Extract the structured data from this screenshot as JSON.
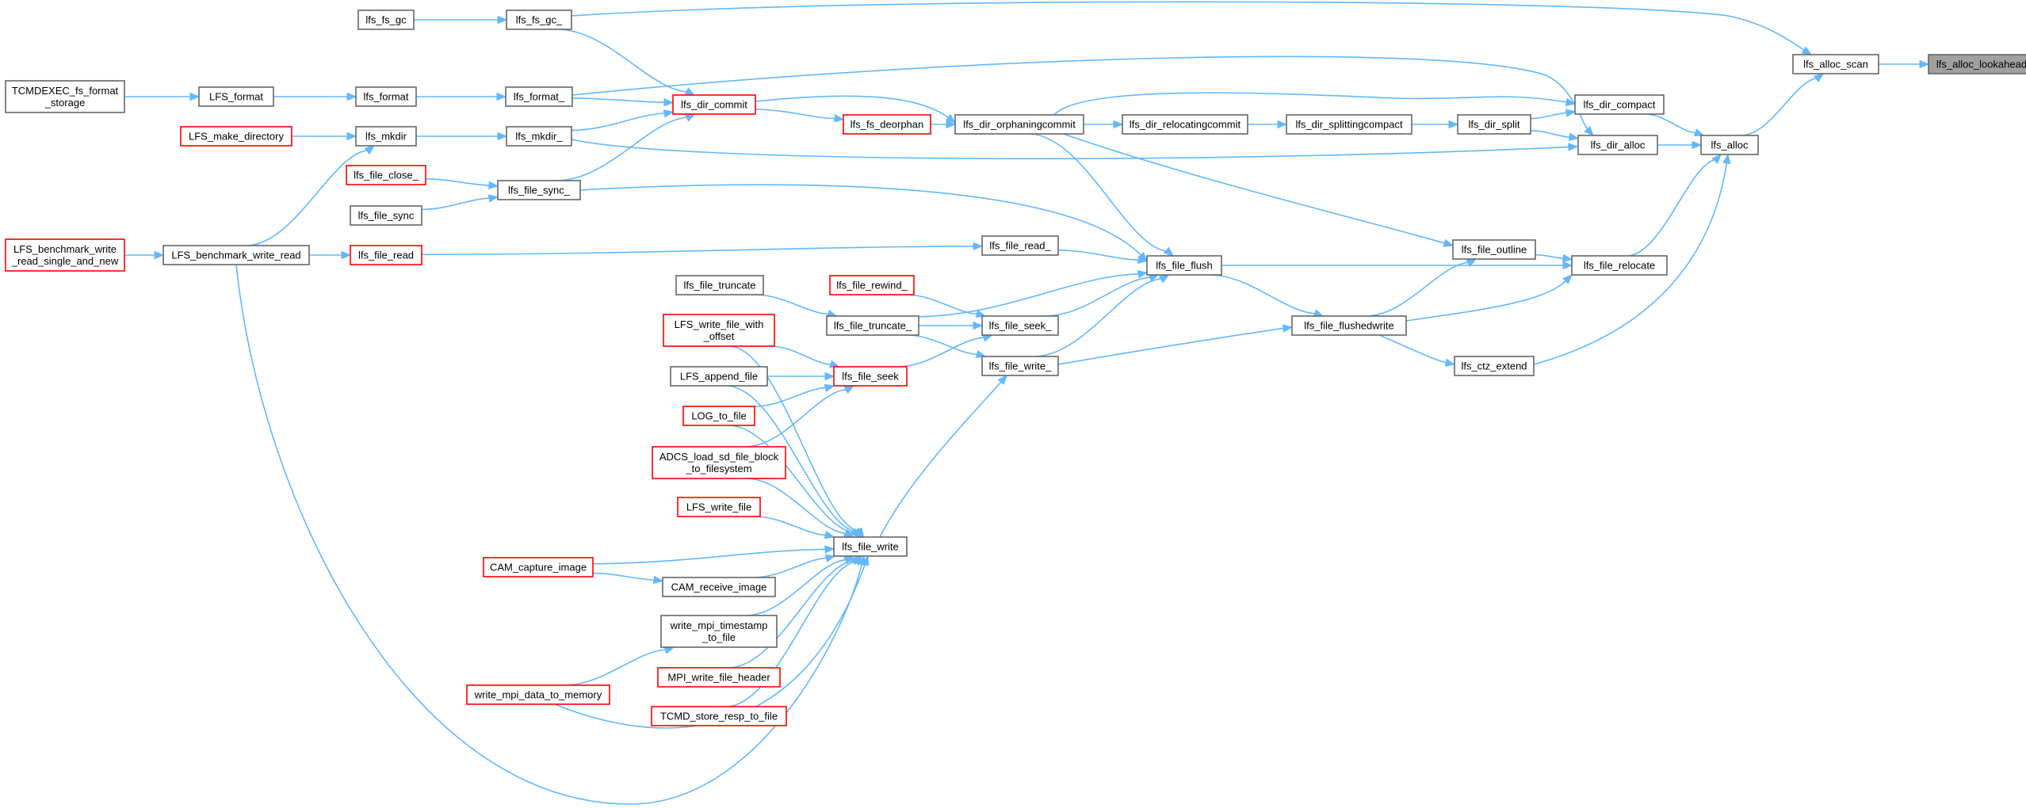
{
  "diagram": {
    "type": "call-graph",
    "colors": {
      "edge": "#63b8ff",
      "normal_border": "#666666",
      "red_border": "#ff0000",
      "focus_fill": "#a0a0a0",
      "node_fill": "#ffffff"
    },
    "nodes": [
      {
        "id": "lfs_alloc_lookahead",
        "lines": [
          "lfs_alloc_lookahead"
        ],
        "style": "focus"
      },
      {
        "id": "lfs_alloc_scan",
        "lines": [
          "lfs_alloc_scan"
        ],
        "style": "normal"
      },
      {
        "id": "lfs_alloc",
        "lines": [
          "lfs_alloc"
        ],
        "style": "normal"
      },
      {
        "id": "lfs_dir_compact",
        "lines": [
          "lfs_dir_compact"
        ],
        "style": "normal"
      },
      {
        "id": "lfs_dir_alloc",
        "lines": [
          "lfs_dir_alloc"
        ],
        "style": "normal"
      },
      {
        "id": "lfs_dir_split",
        "lines": [
          "lfs_dir_split"
        ],
        "style": "normal"
      },
      {
        "id": "lfs_file_relocate",
        "lines": [
          "lfs_file_relocate"
        ],
        "style": "normal"
      },
      {
        "id": "lfs_file_outline",
        "lines": [
          "lfs_file_outline"
        ],
        "style": "normal"
      },
      {
        "id": "lfs_ctz_extend",
        "lines": [
          "lfs_ctz_extend"
        ],
        "style": "normal"
      },
      {
        "id": "lfs_file_flushedwrite",
        "lines": [
          "lfs_file_flushedwrite"
        ],
        "style": "normal"
      },
      {
        "id": "lfs_dir_splittingcompact",
        "lines": [
          "lfs_dir_splittingcompact"
        ],
        "style": "normal"
      },
      {
        "id": "lfs_dir_relocatingcommit",
        "lines": [
          "lfs_dir_relocatingcommit"
        ],
        "style": "normal"
      },
      {
        "id": "lfs_dir_orphaningcommit",
        "lines": [
          "lfs_dir_orphaningcommit"
        ],
        "style": "normal"
      },
      {
        "id": "lfs_fs_deorphan",
        "lines": [
          "lfs_fs_deorphan"
        ],
        "style": "red"
      },
      {
        "id": "lfs_dir_commit",
        "lines": [
          "lfs_dir_commit"
        ],
        "style": "red"
      },
      {
        "id": "lfs_file_flush",
        "lines": [
          "lfs_file_flush"
        ],
        "style": "normal"
      },
      {
        "id": "lfs_file_read_",
        "lines": [
          "lfs_file_read_"
        ],
        "style": "normal"
      },
      {
        "id": "lfs_file_seek_",
        "lines": [
          "lfs_file_seek_"
        ],
        "style": "normal"
      },
      {
        "id": "lfs_file_write_",
        "lines": [
          "lfs_file_write_"
        ],
        "style": "normal"
      },
      {
        "id": "lfs_file_truncate_",
        "lines": [
          "lfs_file_truncate_"
        ],
        "style": "normal"
      },
      {
        "id": "lfs_file_truncate",
        "lines": [
          "lfs_file_truncate"
        ],
        "style": "normal"
      },
      {
        "id": "lfs_file_rewind_",
        "lines": [
          "lfs_file_rewind_"
        ],
        "style": "red"
      },
      {
        "id": "lfs_file_seek",
        "lines": [
          "lfs_file_seek"
        ],
        "style": "red"
      },
      {
        "id": "lfs_file_write",
        "lines": [
          "lfs_file_write"
        ],
        "style": "normal"
      },
      {
        "id": "lfs_fs_gc_",
        "lines": [
          "lfs_fs_gc_"
        ],
        "style": "normal"
      },
      {
        "id": "lfs_fs_gc",
        "lines": [
          "lfs_fs_gc"
        ],
        "style": "normal"
      },
      {
        "id": "lfs_format_",
        "lines": [
          "lfs_format_"
        ],
        "style": "normal"
      },
      {
        "id": "lfs_format",
        "lines": [
          "lfs_format"
        ],
        "style": "normal"
      },
      {
        "id": "LFS_format",
        "lines": [
          "LFS_format"
        ],
        "style": "normal"
      },
      {
        "id": "TCMDEXEC_fs_format_storage",
        "lines": [
          "TCMDEXEC_fs_format",
          "_storage"
        ],
        "style": "normal"
      },
      {
        "id": "lfs_mkdir_",
        "lines": [
          "lfs_mkdir_"
        ],
        "style": "normal"
      },
      {
        "id": "lfs_mkdir",
        "lines": [
          "lfs_mkdir"
        ],
        "style": "normal"
      },
      {
        "id": "LFS_make_directory",
        "lines": [
          "LFS_make_directory"
        ],
        "style": "red"
      },
      {
        "id": "lfs_file_sync_",
        "lines": [
          "lfs_file_sync_"
        ],
        "style": "normal"
      },
      {
        "id": "lfs_file_close_",
        "lines": [
          "lfs_file_close_"
        ],
        "style": "red"
      },
      {
        "id": "lfs_file_sync",
        "lines": [
          "lfs_file_sync"
        ],
        "style": "normal"
      },
      {
        "id": "lfs_file_read",
        "lines": [
          "lfs_file_read"
        ],
        "style": "red"
      },
      {
        "id": "LFS_benchmark_write_read",
        "lines": [
          "LFS_benchmark_write_read"
        ],
        "style": "normal"
      },
      {
        "id": "LFS_benchmark_write_read_single_and_new",
        "lines": [
          "LFS_benchmark_write",
          "_read_single_and_new"
        ],
        "style": "red"
      },
      {
        "id": "LFS_write_file_with_offset",
        "lines": [
          "LFS_write_file_with",
          "_offset"
        ],
        "style": "red"
      },
      {
        "id": "LFS_append_file",
        "lines": [
          "LFS_append_file"
        ],
        "style": "normal"
      },
      {
        "id": "LOG_to_file",
        "lines": [
          "LOG_to_file"
        ],
        "style": "red"
      },
      {
        "id": "ADCS_load_sd_file_block_to_filesystem",
        "lines": [
          "ADCS_load_sd_file_block",
          "_to_filesystem"
        ],
        "style": "red"
      },
      {
        "id": "LFS_write_file",
        "lines": [
          "LFS_write_file"
        ],
        "style": "red"
      },
      {
        "id": "CAM_capture_image",
        "lines": [
          "CAM_capture_image"
        ],
        "style": "red"
      },
      {
        "id": "CAM_receive_image",
        "lines": [
          "CAM_receive_image"
        ],
        "style": "normal"
      },
      {
        "id": "write_mpi_timestamp_to_file",
        "lines": [
          "write_mpi_timestamp",
          "_to_file"
        ],
        "style": "normal"
      },
      {
        "id": "MPI_write_file_header",
        "lines": [
          "MPI_write_file_header"
        ],
        "style": "red"
      },
      {
        "id": "write_mpi_data_to_memory",
        "lines": [
          "write_mpi_data_to_memory"
        ],
        "style": "red"
      },
      {
        "id": "TCMD_store_resp_to_file",
        "lines": [
          "TCMD_store_resp_to_file"
        ],
        "style": "red"
      }
    ],
    "edges": [
      {
        "from": "lfs_alloc_scan",
        "to": "lfs_alloc_lookahead"
      },
      {
        "from": "lfs_fs_gc_",
        "to": "lfs_alloc_scan"
      },
      {
        "from": "lfs_alloc",
        "to": "lfs_alloc_scan"
      },
      {
        "from": "lfs_dir_compact",
        "to": "lfs_alloc"
      },
      {
        "from": "lfs_dir_alloc",
        "to": "lfs_alloc"
      },
      {
        "from": "lfs_file_relocate",
        "to": "lfs_alloc"
      },
      {
        "from": "lfs_ctz_extend",
        "to": "lfs_alloc"
      },
      {
        "from": "lfs_dir_split",
        "to": "lfs_dir_compact"
      },
      {
        "from": "lfs_dir_orphaningcommit",
        "to": "lfs_dir_compact"
      },
      {
        "from": "lfs_dir_split",
        "to": "lfs_dir_alloc"
      },
      {
        "from": "lfs_format_",
        "to": "lfs_dir_alloc"
      },
      {
        "from": "lfs_mkdir_",
        "to": "lfs_dir_alloc"
      },
      {
        "from": "lfs_dir_splittingcompact",
        "to": "lfs_dir_split"
      },
      {
        "from": "lfs_dir_relocatingcommit",
        "to": "lfs_dir_splittingcompact"
      },
      {
        "from": "lfs_dir_orphaningcommit",
        "to": "lfs_dir_relocatingcommit"
      },
      {
        "from": "lfs_fs_deorphan",
        "to": "lfs_dir_orphaningcommit"
      },
      {
        "from": "lfs_dir_commit",
        "to": "lfs_dir_orphaningcommit"
      },
      {
        "from": "lfs_dir_commit",
        "to": "lfs_fs_deorphan"
      },
      {
        "from": "lfs_fs_gc_",
        "to": "lfs_dir_commit"
      },
      {
        "from": "lfs_format_",
        "to": "lfs_dir_commit"
      },
      {
        "from": "lfs_mkdir_",
        "to": "lfs_dir_commit"
      },
      {
        "from": "lfs_file_sync_",
        "to": "lfs_dir_commit"
      },
      {
        "from": "lfs_fs_gc",
        "to": "lfs_fs_gc_"
      },
      {
        "from": "lfs_format",
        "to": "lfs_format_"
      },
      {
        "from": "LFS_format",
        "to": "lfs_format"
      },
      {
        "from": "TCMDEXEC_fs_format_storage",
        "to": "LFS_format"
      },
      {
        "from": "lfs_mkdir",
        "to": "lfs_mkdir_"
      },
      {
        "from": "LFS_make_directory",
        "to": "lfs_mkdir"
      },
      {
        "from": "LFS_benchmark_write_read",
        "to": "lfs_mkdir"
      },
      {
        "from": "lfs_file_close_",
        "to": "lfs_file_sync_"
      },
      {
        "from": "lfs_file_sync",
        "to": "lfs_file_sync_"
      },
      {
        "from": "LFS_benchmark_write_read_single_and_new",
        "to": "LFS_benchmark_write_read"
      },
      {
        "from": "LFS_benchmark_write_read",
        "to": "lfs_file_read"
      },
      {
        "from": "LFS_benchmark_write_read",
        "to": "lfs_file_write"
      },
      {
        "from": "lfs_file_read",
        "to": "lfs_file_read_"
      },
      {
        "from": "lfs_file_sync_",
        "to": "lfs_file_flush"
      },
      {
        "from": "lfs_dir_orphaningcommit",
        "to": "lfs_file_flush"
      },
      {
        "from": "lfs_file_read_",
        "to": "lfs_file_flush"
      },
      {
        "from": "lfs_file_seek_",
        "to": "lfs_file_flush"
      },
      {
        "from": "lfs_file_write_",
        "to": "lfs_file_flush"
      },
      {
        "from": "lfs_file_truncate_",
        "to": "lfs_file_flush"
      },
      {
        "from": "lfs_file_flush",
        "to": "lfs_file_flushedwrite"
      },
      {
        "from": "lfs_file_flush",
        "to": "lfs_file_relocate"
      },
      {
        "from": "lfs_file_outline",
        "to": "lfs_file_relocate"
      },
      {
        "from": "lfs_file_flushedwrite",
        "to": "lfs_file_relocate"
      },
      {
        "from": "lfs_dir_orphaningcommit",
        "to": "lfs_file_outline"
      },
      {
        "from": "lfs_file_flushedwrite",
        "to": "lfs_file_outline"
      },
      {
        "from": "lfs_file_flushedwrite",
        "to": "lfs_ctz_extend"
      },
      {
        "from": "lfs_file_write_",
        "to": "lfs_file_flushedwrite"
      },
      {
        "from": "lfs_file_truncate",
        "to": "lfs_file_truncate_"
      },
      {
        "from": "lfs_file_truncate_",
        "to": "lfs_file_seek_"
      },
      {
        "from": "lfs_file_truncate_",
        "to": "lfs_file_write_"
      },
      {
        "from": "lfs_file_rewind_",
        "to": "lfs_file_seek_"
      },
      {
        "from": "lfs_file_seek",
        "to": "lfs_file_seek_"
      },
      {
        "from": "lfs_file_write",
        "to": "lfs_file_write_"
      },
      {
        "from": "LFS_write_file_with_offset",
        "to": "lfs_file_seek"
      },
      {
        "from": "LFS_append_file",
        "to": "lfs_file_seek"
      },
      {
        "from": "LOG_to_file",
        "to": "lfs_file_seek"
      },
      {
        "from": "ADCS_load_sd_file_block_to_filesystem",
        "to": "lfs_file_seek"
      },
      {
        "from": "LFS_write_file_with_offset",
        "to": "lfs_file_write"
      },
      {
        "from": "LFS_append_file",
        "to": "lfs_file_write"
      },
      {
        "from": "LOG_to_file",
        "to": "lfs_file_write"
      },
      {
        "from": "ADCS_load_sd_file_block_to_filesystem",
        "to": "lfs_file_write"
      },
      {
        "from": "LFS_write_file",
        "to": "lfs_file_write"
      },
      {
        "from": "CAM_capture_image",
        "to": "lfs_file_write"
      },
      {
        "from": "CAM_capture_image",
        "to": "CAM_receive_image"
      },
      {
        "from": "CAM_receive_image",
        "to": "lfs_file_write"
      },
      {
        "from": "write_mpi_timestamp_to_file",
        "to": "lfs_file_write"
      },
      {
        "from": "MPI_write_file_header",
        "to": "lfs_file_write"
      },
      {
        "from": "write_mpi_data_to_memory",
        "to": "write_mpi_timestamp_to_file"
      },
      {
        "from": "write_mpi_data_to_memory",
        "to": "lfs_file_write"
      },
      {
        "from": "TCMD_store_resp_to_file",
        "to": "lfs_file_write"
      }
    ]
  }
}
